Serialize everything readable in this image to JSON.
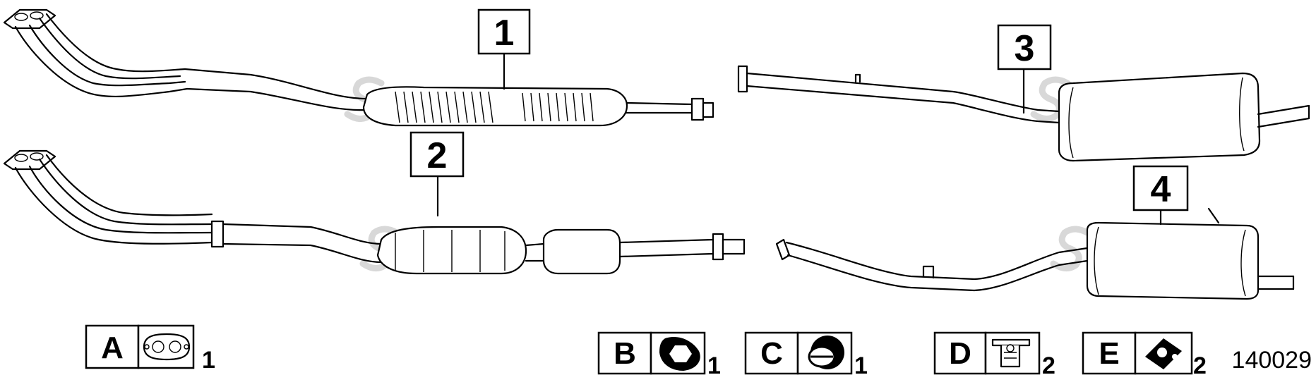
{
  "parts": [
    {
      "label": "1"
    },
    {
      "label": "2"
    },
    {
      "label": "3"
    },
    {
      "label": "4"
    }
  ],
  "kits": [
    {
      "letter": "A",
      "qty": "1",
      "icon": "gasket-icon"
    },
    {
      "letter": "B",
      "qty": "1",
      "icon": "rubber-mount-icon"
    },
    {
      "letter": "C",
      "qty": "1",
      "icon": "seal-ring-icon"
    },
    {
      "letter": "D",
      "qty": "2",
      "icon": "clamp-icon"
    },
    {
      "letter": "E",
      "qty": "2",
      "icon": "hanger-icon"
    }
  ],
  "reference_number": "140029"
}
